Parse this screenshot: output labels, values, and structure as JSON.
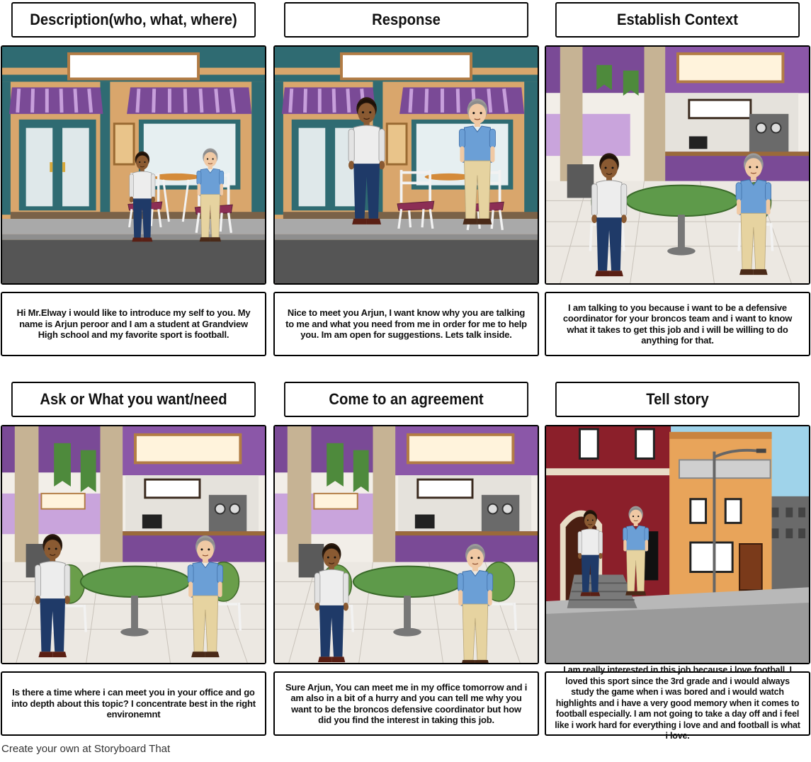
{
  "footer": "Create your own at Storyboard That",
  "cells": [
    {
      "title": "Description(who, what, where)",
      "scene": "cafe-storefront-seated",
      "text": "Hi Mr.Elway i would like to introduce my self to you. My name is Arjun peroor and I am a student at Grandview High school and my favorite sport is football."
    },
    {
      "title": "Response",
      "scene": "cafe-storefront-standing",
      "text": "Nice to meet you Arjun, I want know why you are talking to me and what you need from me in order for me to help you. Im am open for suggestions. Lets talk inside."
    },
    {
      "title": "Establish Context",
      "scene": "indoor-food-court",
      "text": "I am talking to you because i want to be a defensive coordinator for your broncos team and i want to know what it takes to get this job and i will be willing to do anything for that."
    },
    {
      "title": "Ask or What you want/need",
      "scene": "indoor-food-court",
      "text": "Is there a time where i can meet you in your office and go into depth about this topic? I concentrate best in the right environemnt"
    },
    {
      "title": "Come to an agreement",
      "scene": "indoor-food-court",
      "text": "Sure Arjun, You can meet me in my office tomorrow and i am also in a bit of a hurry and you can tell me why you want to be the broncos defensive coordinator but how did you find the interest in taking this job."
    },
    {
      "title": "Tell story",
      "scene": "city-street",
      "text": "I am really interested in this job because i love football. I loved this sport since the 3rd grade and i would always study the game when i was bored and i would watch highlights and i have a very good memory when it comes to football especially. I am not going to take a day off and i feel like i work hard for everything i love and and football is what i love."
    }
  ]
}
